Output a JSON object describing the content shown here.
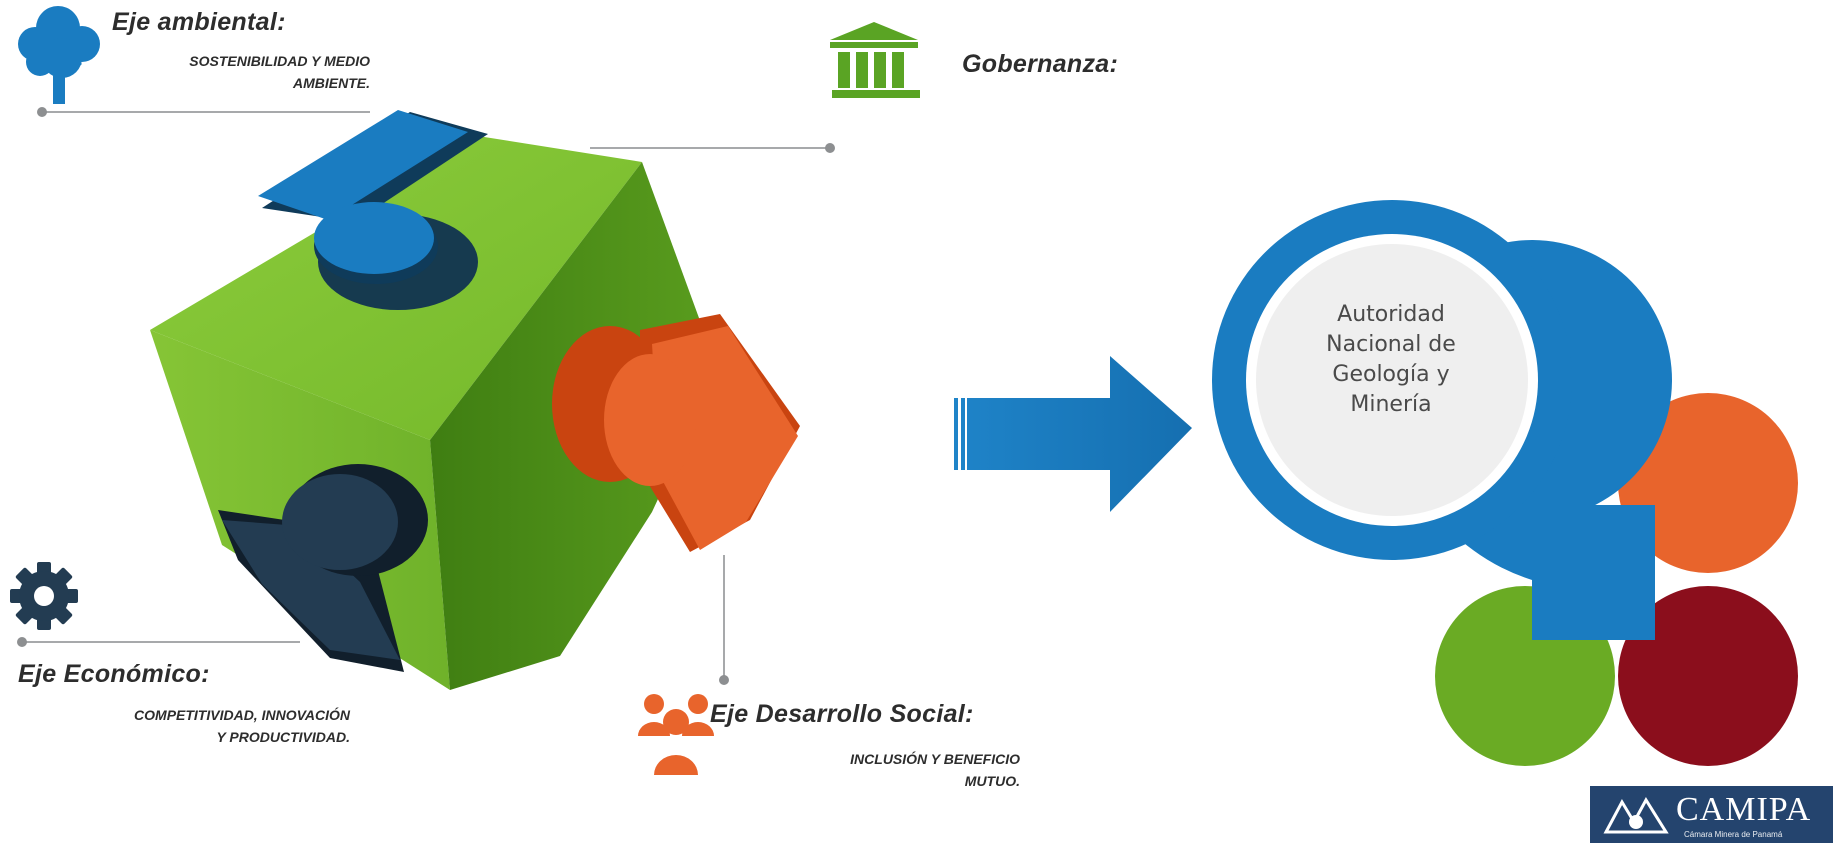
{
  "eje_ambiental": {
    "title": "Eje ambiental:",
    "line1": "SOSTENIBILIDAD Y MEDIO",
    "line2": "AMBIENTE."
  },
  "gobernanza": {
    "title": "Gobernanza:"
  },
  "eje_economico": {
    "title": "Eje Económico:",
    "line1": "COMPETITIVIDAD, INNOVACIÓN",
    "line2": "Y PRODUCTIVIDAD."
  },
  "eje_social": {
    "title": "Eje Desarrollo Social:",
    "line1": "INCLUSIÓN Y BENEFICIO",
    "line2": "MUTUO."
  },
  "authority": {
    "line1": "Autoridad",
    "line2": "Nacional de",
    "line3": "Geología y",
    "line4": "Minería"
  },
  "logo": {
    "name": "CAMIPA",
    "tagline": "Cámara Minera de Panamá"
  },
  "colors": {
    "green": "#6aab24",
    "blue": "#1a7cc1",
    "orange": "#e8642c",
    "dark_red": "#8b0e1c",
    "navy": "#233c52",
    "text": "#2d2d2d"
  },
  "icons": {
    "ambiental": "tree-icon",
    "gobernanza": "institution-building-icon",
    "economico": "gear-icon",
    "social": "people-group-icon",
    "arrow": "right-arrow-icon"
  }
}
